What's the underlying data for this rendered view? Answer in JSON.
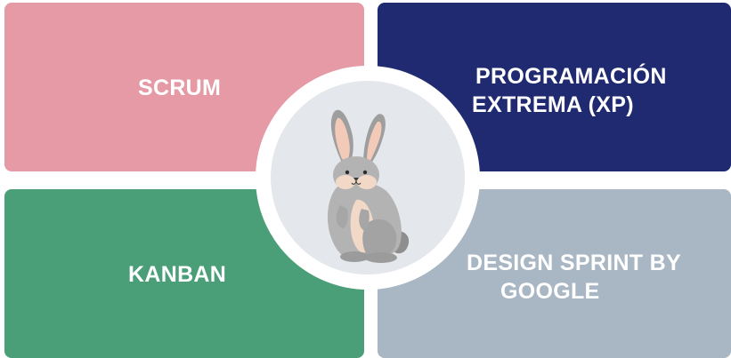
{
  "quadrants": {
    "top_left": {
      "label": "SCRUM",
      "color": "#e59aa5"
    },
    "top_right": {
      "line1": "PROGRAMACIÓN",
      "line2": "EXTREMA (XP)",
      "color": "#1f2a70"
    },
    "bottom_left": {
      "label": "KANBAN",
      "color": "#4a9f78"
    },
    "bottom_right": {
      "line1": "DESIGN SPRINT BY",
      "line2": "GOOGLE",
      "color": "#a9b6c4"
    }
  },
  "center": {
    "icon": "rabbit-icon",
    "ring_color": "#ffffff",
    "fill_color": "#e4e7eb"
  }
}
